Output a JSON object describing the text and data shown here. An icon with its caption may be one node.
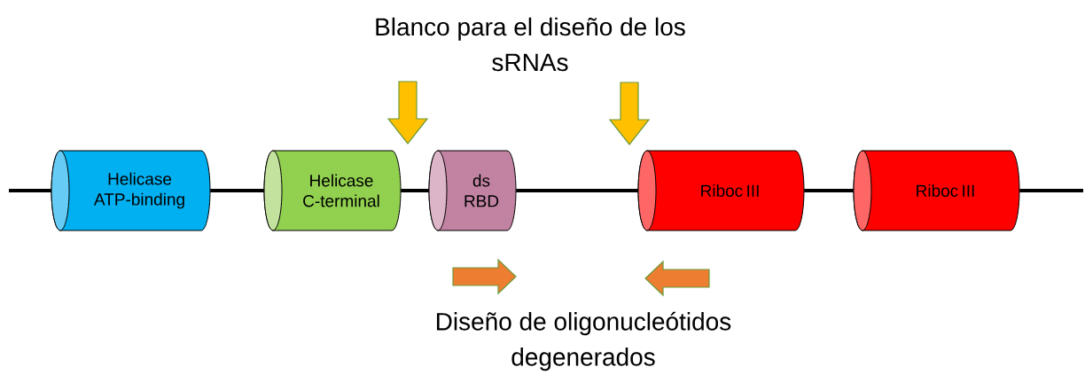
{
  "diagram": {
    "nodes": [
      {
        "text": [
          "Helicase ATP-binding"
        ]
      },
      {
        "text": [
          "Helicase C-terminal"
        ]
      },
      {
        "text": [
          "ds RBD"
        ]
      },
      {
        "text": [
          "Riboc III"
        ]
      },
      {
        "text": [
          "Riboc III"
        ]
      }
    ],
    "edges": [
      {
        "from": null,
        "to": 0,
        "arrow": "none"
      },
      {
        "from": 0,
        "to": 1,
        "arrow": "none"
      },
      {
        "from": 1,
        "to": 2,
        "arrow": "none"
      },
      {
        "from": 2,
        "to": 3,
        "arrow": "none"
      },
      {
        "from": 3,
        "to": 4,
        "arrow": "none"
      },
      {
        "from": 4,
        "to": null,
        "arrow": "none"
      }
    ],
    "labels": [
      "Blanco para el diseño de los sRNAs",
      "Diseño de oligonucleótidos degenerados"
    ]
  }
}
